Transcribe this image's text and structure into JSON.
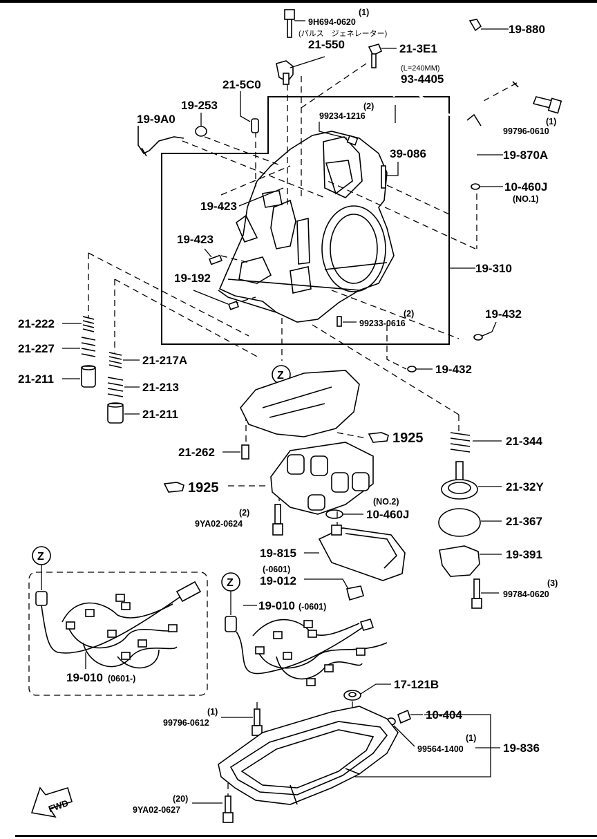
{
  "labels": {
    "p_9h694_qty": "(1)",
    "p_9h694": "9H694-0620",
    "p_pulse_note": "(パルス　ジェネレーター)",
    "p_21_550": "21-550",
    "p_21_3e1": "21-3E1",
    "p_19_880": "19-880",
    "p_l240": "(L=240MM)",
    "p_93_4405": "93-4405",
    "p_99796_0610_qty": "(1)",
    "p_99796_0610": "99796-0610",
    "p_21_5c0": "21-5C0",
    "p_19_253": "19-253",
    "p_19_9a0": "19-9A0",
    "p_99234_qty": "(2)",
    "p_99234_1216": "99234-1216",
    "p_19_870a": "19-870A",
    "p_39_086": "39-086",
    "p_10_460j_a": "10-460J",
    "p_no1": "(NO.1)",
    "p_19_423_a": "19-423",
    "p_19_423_b": "19-423",
    "p_19_310": "19-310",
    "p_19_192": "19-192",
    "p_99233_qty": "(2)",
    "p_99233_0616": "99233-0616",
    "p_19_432_a": "19-432",
    "p_21_222": "21-222",
    "p_21_227": "21-227",
    "p_21_217a": "21-217A",
    "p_21_211_a": "21-211",
    "p_21_213": "21-213",
    "p_21_211_b": "21-211",
    "p_19_432_b": "19-432",
    "p_z_top": "Z",
    "p_1925_a": "1925",
    "p_21_262": "21-262",
    "p_21_344": "21-344",
    "p_1925_b": "1925",
    "p_21_32y": "21-32Y",
    "p_9ya02_0624_qty": "(2)",
    "p_9ya02_0624": "9YA02-0624",
    "p_no2": "(NO.2)",
    "p_10_460j_b": "10-460J",
    "p_21_367": "21-367",
    "p_z_left": "Z",
    "p_19_815": "19-815",
    "p_19_391": "19-391",
    "p_0601_paren": "(-0601)",
    "p_19_012": "19-012",
    "p_z_mid": "Z",
    "p_99784_qty": "(3)",
    "p_99784_0620": "99784-0620",
    "p_19_010_top": "19-010",
    "p_19_010_top_note": "(-0601)",
    "p_19_010_left": "19-010",
    "p_19_010_left_note": "(0601-)",
    "p_17_121b": "17-121B",
    "p_99796_0612_qty": "(1)",
    "p_99796_0612": "99796-0612",
    "p_10_404": "10-404",
    "p_99564_qty": "(1)",
    "p_99564_1400": "99564-1400",
    "p_19_836": "19-836",
    "p_9ya02_0627_qty": "(20)",
    "p_9ya02_0627": "9YA02-0627",
    "p_fwd": "FWD"
  }
}
